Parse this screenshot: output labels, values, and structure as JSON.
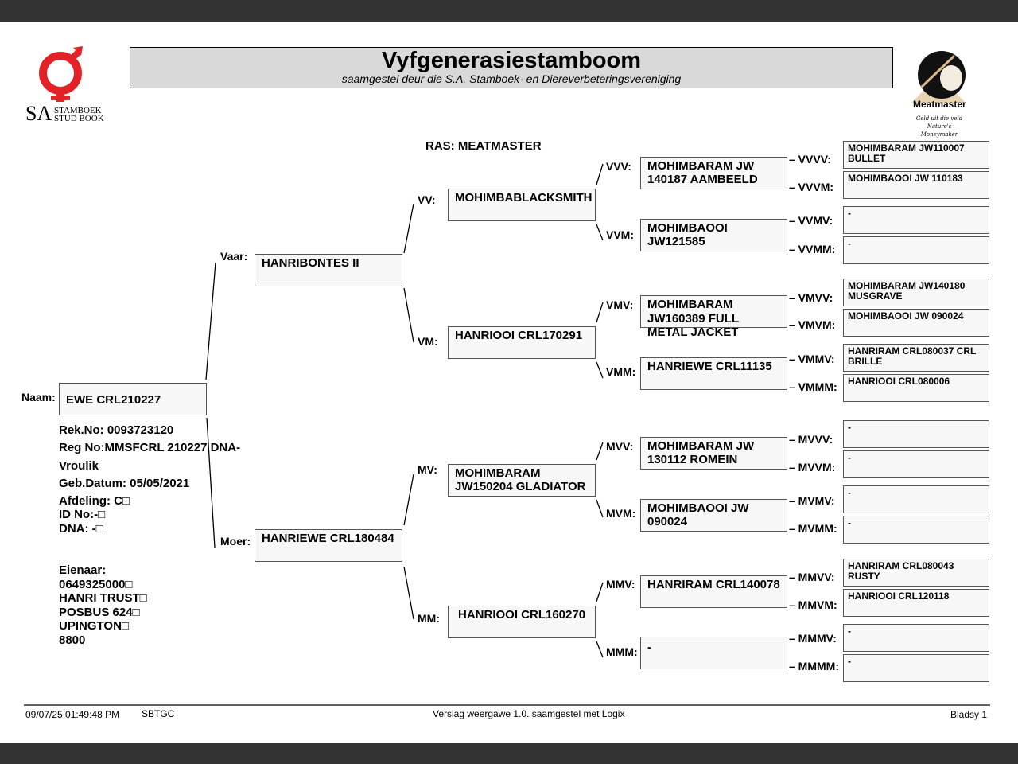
{
  "header": {
    "title": "Vyfgenerasiestamboom",
    "subtitle": "saamgestel deur die S.A. Stamboek- en Diereverbeteringsvereniging",
    "left_logo_text": [
      "SA",
      "STAMBOEK",
      "STUD BOOK"
    ],
    "right_logo_text": [
      "Meatmaster",
      "Geld uit die veld",
      "Nature's Moneymaker"
    ],
    "breed": "RAS: MEATMASTER"
  },
  "animal": {
    "label": "Naam:",
    "name": "EWE CRL210227",
    "rek": "Rek.No: 0093723120",
    "reg": "Reg No:MMSFCRL 210227 DNA-",
    "sex": "Vroulik",
    "dob": "Geb.Datum: 05/05/2021",
    "afdeling": "Afdeling: C□",
    "id": "ID No:-□",
    "dna": "DNA: -□",
    "owner_label": "Eienaar:",
    "owner": [
      "0649325000□",
      "HANRI TRUST□",
      "POSBUS 624□",
      "UPINGTON□",
      "8800"
    ]
  },
  "gen1": [
    {
      "label": "Vaar:",
      "name": "HANRIBONTES II"
    },
    {
      "label": "Moer:",
      "name": "HANRIEWE CRL180484"
    }
  ],
  "gen2": [
    {
      "label": "VV:",
      "name": "MOHIMBABLACKSMITH"
    },
    {
      "label": "VM:",
      "name": "HANRIOOI CRL170291"
    },
    {
      "label": "MV:",
      "name": "MOHIMBARAM JW150204 GLADIATOR"
    },
    {
      "label": "MM:",
      "name": "HANRIOOI CRL160270"
    }
  ],
  "gen3": [
    {
      "label": "VVV:",
      "name": "MOHIMBARAM JW 140187 AAMBEELD"
    },
    {
      "label": "VVM:",
      "name": "MOHIMBAOOI JW121585"
    },
    {
      "label": "VMV:",
      "name": "MOHIMBARAM JW160389 FULL METAL JACKET"
    },
    {
      "label": "VMM:",
      "name": "HANRIEWE CRL11135"
    },
    {
      "label": "MVV:",
      "name": "MOHIMBARAM JW 130112 ROMEIN"
    },
    {
      "label": "MVM:",
      "name": "MOHIMBAOOI JW 090024"
    },
    {
      "label": "MMV:",
      "name": "HANRIRAM CRL140078"
    },
    {
      "label": "MMM:",
      "name": "-"
    }
  ],
  "gen4": [
    {
      "label": "– VVVV:",
      "name": "MOHIMBARAM JW110007 BULLET"
    },
    {
      "label": "– VVVM:",
      "name": "MOHIMBAOOI JW 110183"
    },
    {
      "label": "– VVMV:",
      "name": "-"
    },
    {
      "label": "– VVMM:",
      "name": "-"
    },
    {
      "label": "– VMVV:",
      "name": "MOHIMBARAM JW140180 MUSGRAVE"
    },
    {
      "label": "– VMVM:",
      "name": "MOHIMBAOOI JW 090024"
    },
    {
      "label": "– VMMV:",
      "name": "HANRIRAM CRL080037 CRL BRILLE"
    },
    {
      "label": "– VMMM:",
      "name": "HANRIOOI CRL080006"
    },
    {
      "label": "– MVVV:",
      "name": "-"
    },
    {
      "label": "– MVVM:",
      "name": "-"
    },
    {
      "label": "– MVMV:",
      "name": "-"
    },
    {
      "label": "– MVMM:",
      "name": "-"
    },
    {
      "label": "– MMVV:",
      "name": "HANRIRAM CRL080043 RUSTY"
    },
    {
      "label": "– MMVM:",
      "name": "HANRIOOI CRL120118"
    },
    {
      "label": "– MMMV:",
      "name": "-"
    },
    {
      "label": "– MMMM:",
      "name": "-"
    }
  ],
  "footer": {
    "timestamp": "09/07/25 01:49:48 PM",
    "code": "SBTGC",
    "report": "Verslag weergawe 1.0. saamgestel met Logix",
    "page": "Bladsy 1"
  }
}
